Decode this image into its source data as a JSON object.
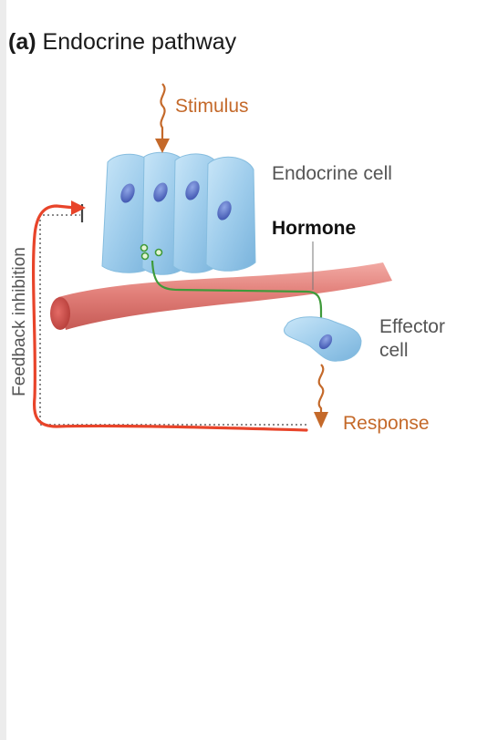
{
  "title": {
    "letter": "(a)",
    "text": "Endocrine pathway"
  },
  "labels": {
    "stimulus": "Stimulus",
    "endocrine_cell": "Endocrine cell",
    "hormone": "Hormone",
    "effector_line1": "Effector",
    "effector_line2": "cell",
    "response": "Response",
    "feedback": "Feedback inhibition"
  },
  "colors": {
    "stimulus_response": "#c4692a",
    "hormone_path": "#3f9a3a",
    "feedback_arrow": "#e8442a",
    "cell_body": "#9fcdec",
    "blood_vessel": "#e2807a"
  }
}
